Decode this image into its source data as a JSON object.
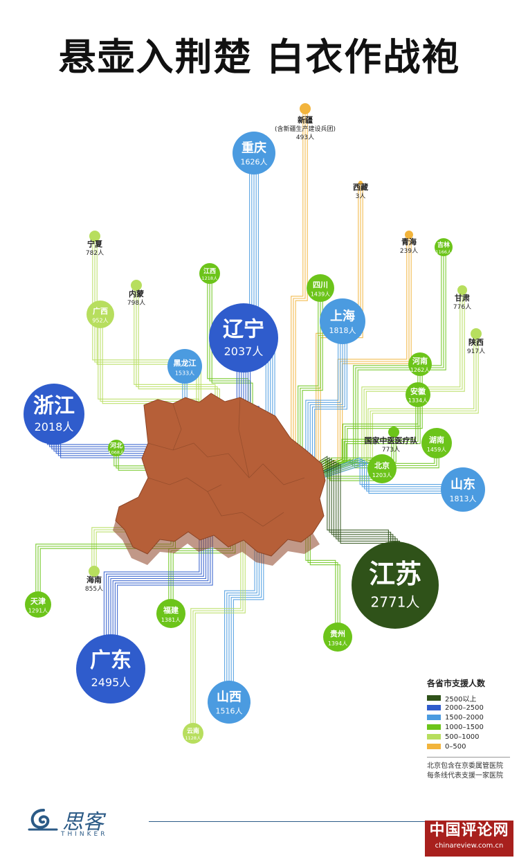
{
  "title": "悬壶入荆楚 白衣作战袍",
  "colors": {
    "c2500": "#2f5219",
    "c2000": "#2f5ccc",
    "c1500": "#4b9be0",
    "c1000": "#6cc41a",
    "c500": "#b7de5e",
    "c0": "#f2b43c",
    "hubei": "#b65f38"
  },
  "nodes": [
    {
      "id": "xinjiang",
      "name": "新疆",
      "sub": "(含新疆生产建设兵团)",
      "count": "493人"
    },
    {
      "id": "chongqing",
      "name": "重庆",
      "count": "1626人"
    },
    {
      "id": "xizang",
      "name": "西藏",
      "count": "3人"
    },
    {
      "id": "qinghai",
      "name": "青海",
      "count": "239人"
    },
    {
      "id": "ningxia",
      "name": "宁夏",
      "count": "782人"
    },
    {
      "id": "jilin",
      "name": "吉林",
      "count": "1166人"
    },
    {
      "id": "jiangxi",
      "name": "江西",
      "count": "1218人"
    },
    {
      "id": "sichuan",
      "name": "四川",
      "count": "1439人"
    },
    {
      "id": "neimeng",
      "name": "内蒙",
      "count": "798人"
    },
    {
      "id": "gansu",
      "name": "甘肃",
      "count": "776人"
    },
    {
      "id": "guangxi",
      "name": "广西",
      "count": "952人"
    },
    {
      "id": "shanghai",
      "name": "上海",
      "count": "1818人"
    },
    {
      "id": "liaoning",
      "name": "辽宁",
      "count": "2037人"
    },
    {
      "id": "shaanxi",
      "name": "陕西",
      "count": "917人"
    },
    {
      "id": "heilongjiang",
      "name": "黑龙江",
      "count": "1533人"
    },
    {
      "id": "henan",
      "name": "河南",
      "count": "1262人"
    },
    {
      "id": "anhui",
      "name": "安徽",
      "count": "1334人"
    },
    {
      "id": "zhejiang",
      "name": "浙江",
      "count": "2018人"
    },
    {
      "id": "zhongyi",
      "name": "国家中医医疗队",
      "count": "773人"
    },
    {
      "id": "hunan",
      "name": "湖南",
      "count": "1459人"
    },
    {
      "id": "hebei",
      "name": "河北",
      "count": "1068人"
    },
    {
      "id": "beijing",
      "name": "北京",
      "count": "1203人"
    },
    {
      "id": "shandong",
      "name": "山东",
      "count": "1813人"
    },
    {
      "id": "hainan",
      "name": "海南",
      "count": "855人"
    },
    {
      "id": "jiangsu",
      "name": "江苏",
      "count": "2771人"
    },
    {
      "id": "tianjin",
      "name": "天津",
      "count": "1291人"
    },
    {
      "id": "fujian",
      "name": "福建",
      "count": "1381人"
    },
    {
      "id": "guizhou",
      "name": "贵州",
      "count": "1394人"
    },
    {
      "id": "guangdong",
      "name": "广东",
      "count": "2495人"
    },
    {
      "id": "shanxi",
      "name": "山西",
      "count": "1516人"
    },
    {
      "id": "yunnan",
      "name": "云南",
      "count": "1128人"
    }
  ],
  "legend": {
    "title": "各省市支援人数",
    "items": [
      {
        "label": "2500以上",
        "color": "#2f5219"
      },
      {
        "label": "2000–2500",
        "color": "#2f5ccc"
      },
      {
        "label": "1500–2000",
        "color": "#4b9be0"
      },
      {
        "label": "1000–1500",
        "color": "#6cc41a"
      },
      {
        "label": "500–1000",
        "color": "#b7de5e"
      },
      {
        "label": "0–500",
        "color": "#f2b43c"
      }
    ],
    "note1": "北京包含在京委属管医院",
    "note2": "每条线代表支援一家医院"
  },
  "logo": {
    "name": "思客",
    "sub": "THINKER"
  },
  "site": {
    "name": "中国评论网",
    "url": "chinareview.com.cn"
  }
}
